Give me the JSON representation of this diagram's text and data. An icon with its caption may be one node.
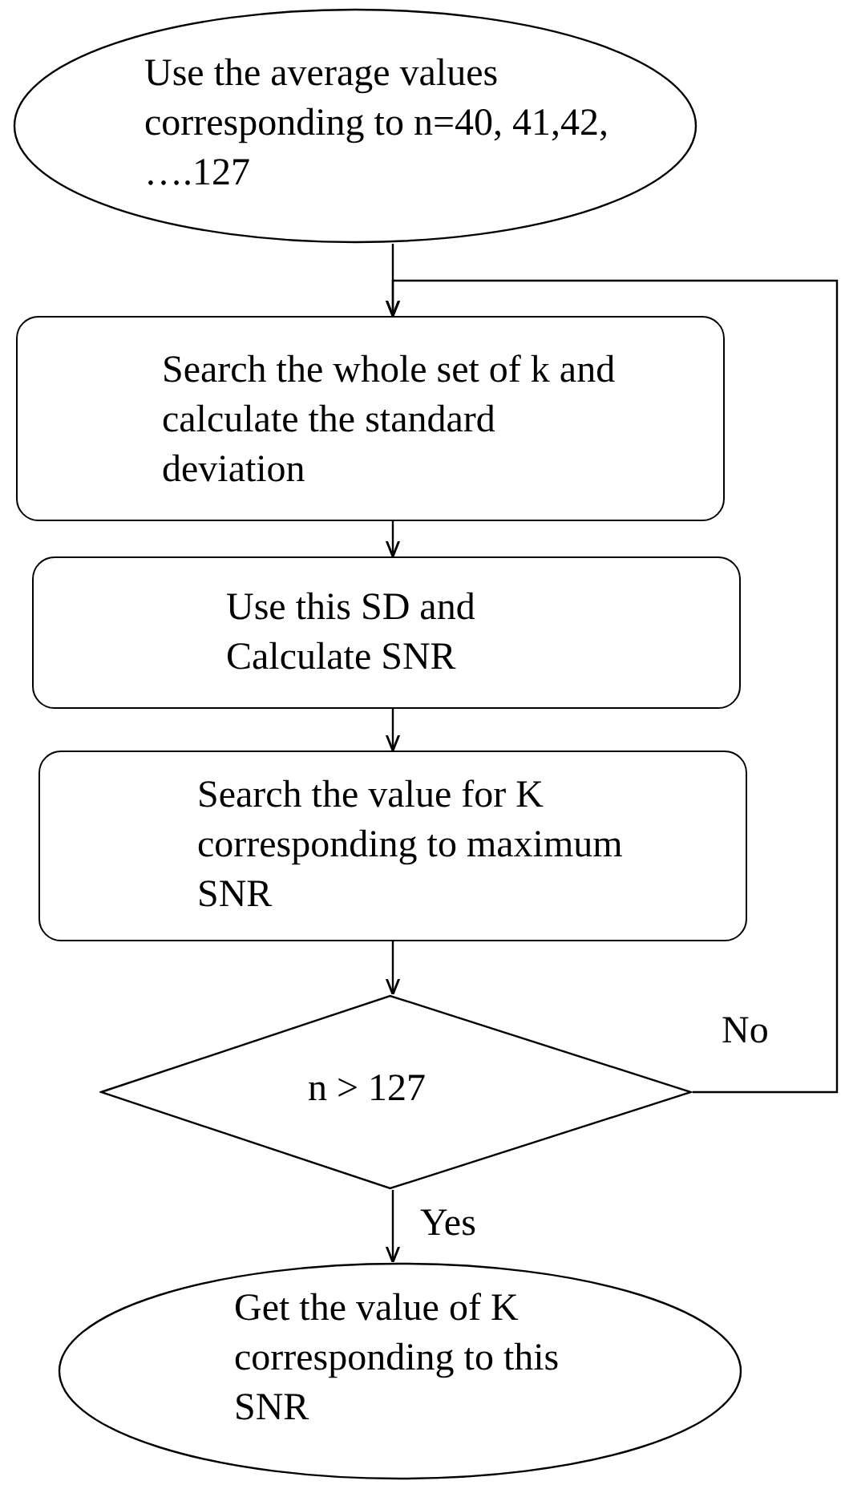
{
  "diagram": {
    "nodes": [
      {
        "text": [
          "Use the average values corresponding to n=40, 41,42, ….127"
        ]
      },
      {
        "text": [
          "Search the whole set of k and  calculate the standard deviation"
        ]
      },
      {
        "text": [
          "Use this SD  and Calculate SNR"
        ]
      },
      {
        "text": [
          "Search the value for K  corresponding to maximum SNR"
        ]
      },
      {
        "text": [
          "n >  127"
        ]
      },
      {
        "text": [
          "Get the value of K corresponding to this SNR"
        ]
      }
    ],
    "edges": [
      {
        "from": 0,
        "to": 1,
        "arrow": "to"
      },
      {
        "from": 1,
        "to": 2,
        "arrow": "to"
      },
      {
        "from": 2,
        "to": 3,
        "arrow": "to"
      },
      {
        "from": 3,
        "to": 4,
        "arrow": "to"
      },
      {
        "from": 4,
        "to": 5,
        "arrow": "to",
        "label": "Yes"
      },
      {
        "from": 4,
        "to": 1,
        "arrow": "to",
        "label": "No"
      }
    ]
  }
}
